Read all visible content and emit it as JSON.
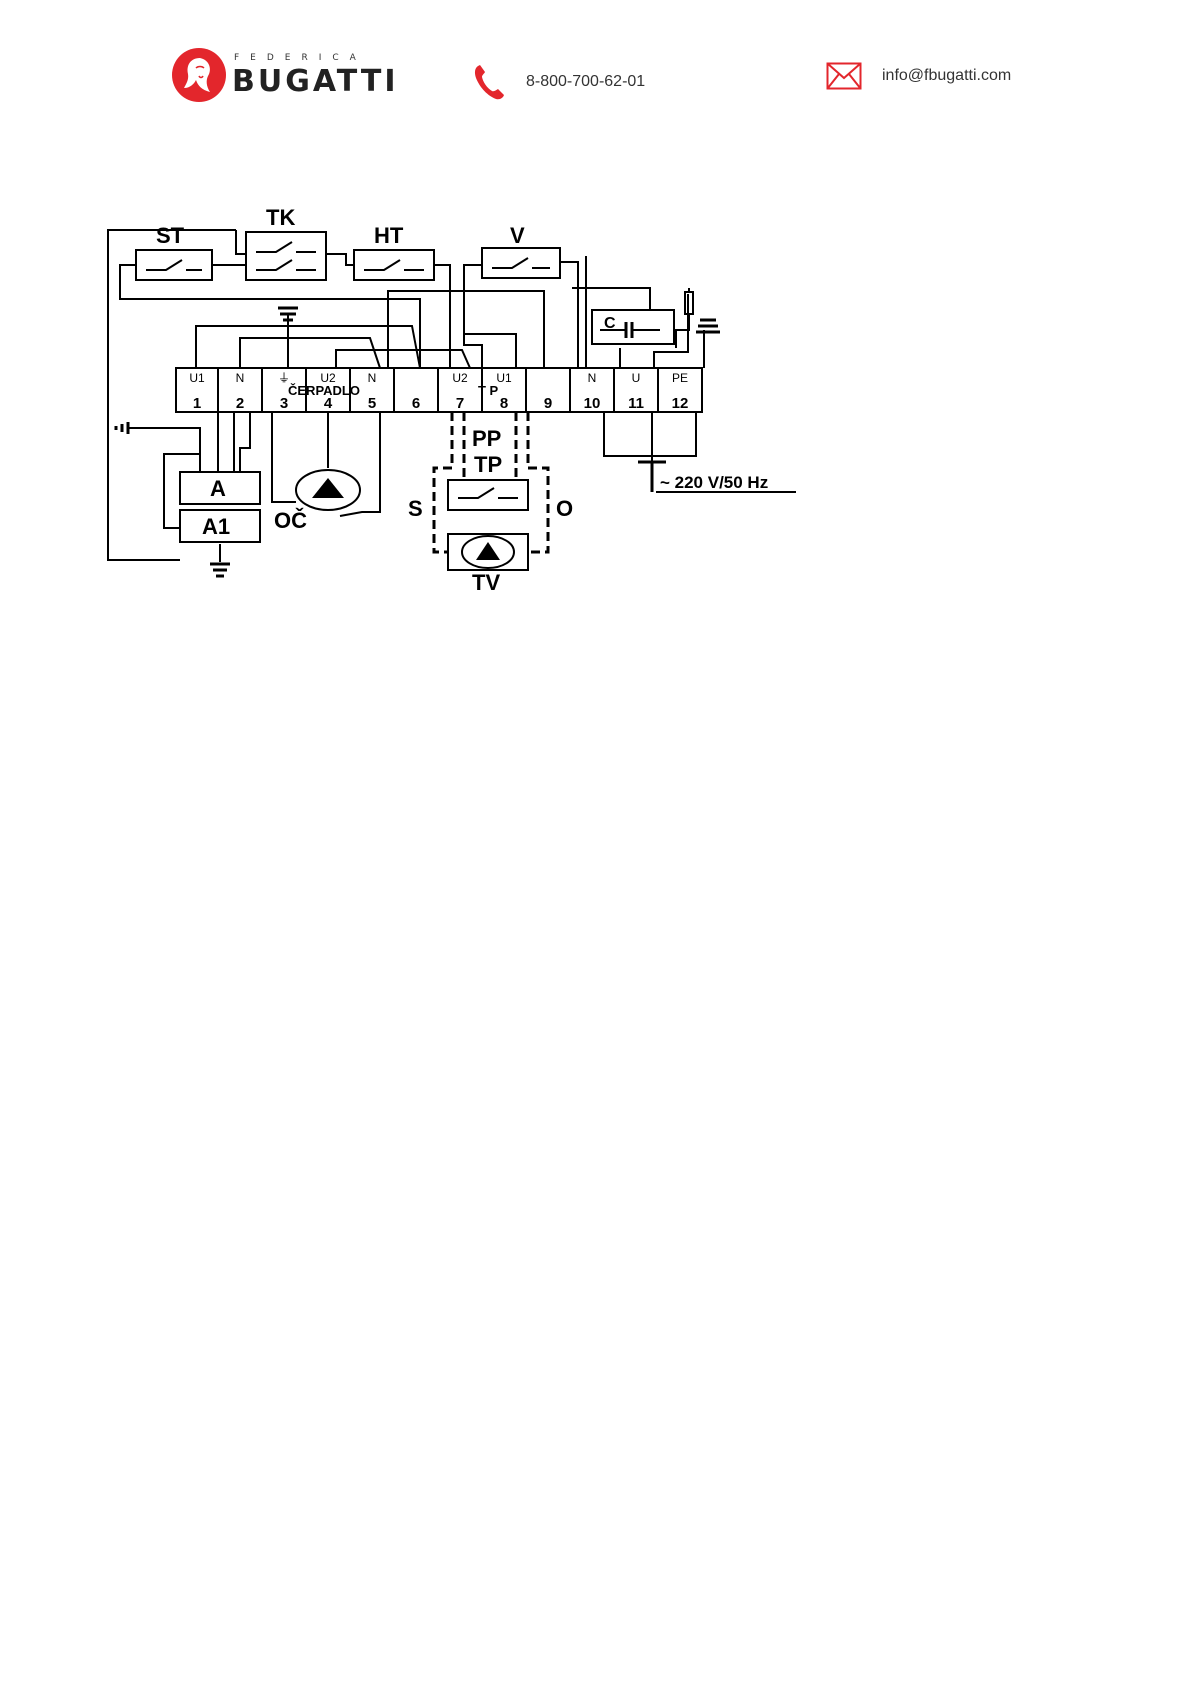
{
  "header": {
    "logo_small": "FEDERICA",
    "logo_big": "BUGATTI",
    "phone": "8-800-700-62-01",
    "email": "info@fbugatti.com",
    "phone_icon": "phone-icon",
    "mail_icon": "envelope-icon",
    "brand_color": "#e3262c"
  },
  "diagram": {
    "components": {
      "st": "ST",
      "tk": "TK",
      "ht": "HT",
      "v": "V",
      "c": "C",
      "a": "A",
      "a1": "A1",
      "oc": "OČ",
      "pp": "PP",
      "tp": "TP",
      "tv": "TV",
      "s": "S",
      "o": "O"
    },
    "terminals": [
      {
        "top": "U1",
        "num": "1"
      },
      {
        "top": "N",
        "num": "2"
      },
      {
        "top": "⏚",
        "num": "3"
      },
      {
        "top": "U2",
        "num": "4"
      },
      {
        "top": "N",
        "num": "5"
      },
      {
        "top": "",
        "num": "6"
      },
      {
        "top": "U2",
        "num": "7"
      },
      {
        "top": "U1",
        "num": "8"
      },
      {
        "top": "",
        "num": "9"
      },
      {
        "top": "N",
        "num": "10"
      },
      {
        "top": "U",
        "num": "11"
      },
      {
        "top": "PE",
        "num": "12"
      }
    ],
    "group_cerpadlo": "ČERPADLO",
    "group_tp": "T P",
    "power": "~ 220 V/50 Hz"
  }
}
